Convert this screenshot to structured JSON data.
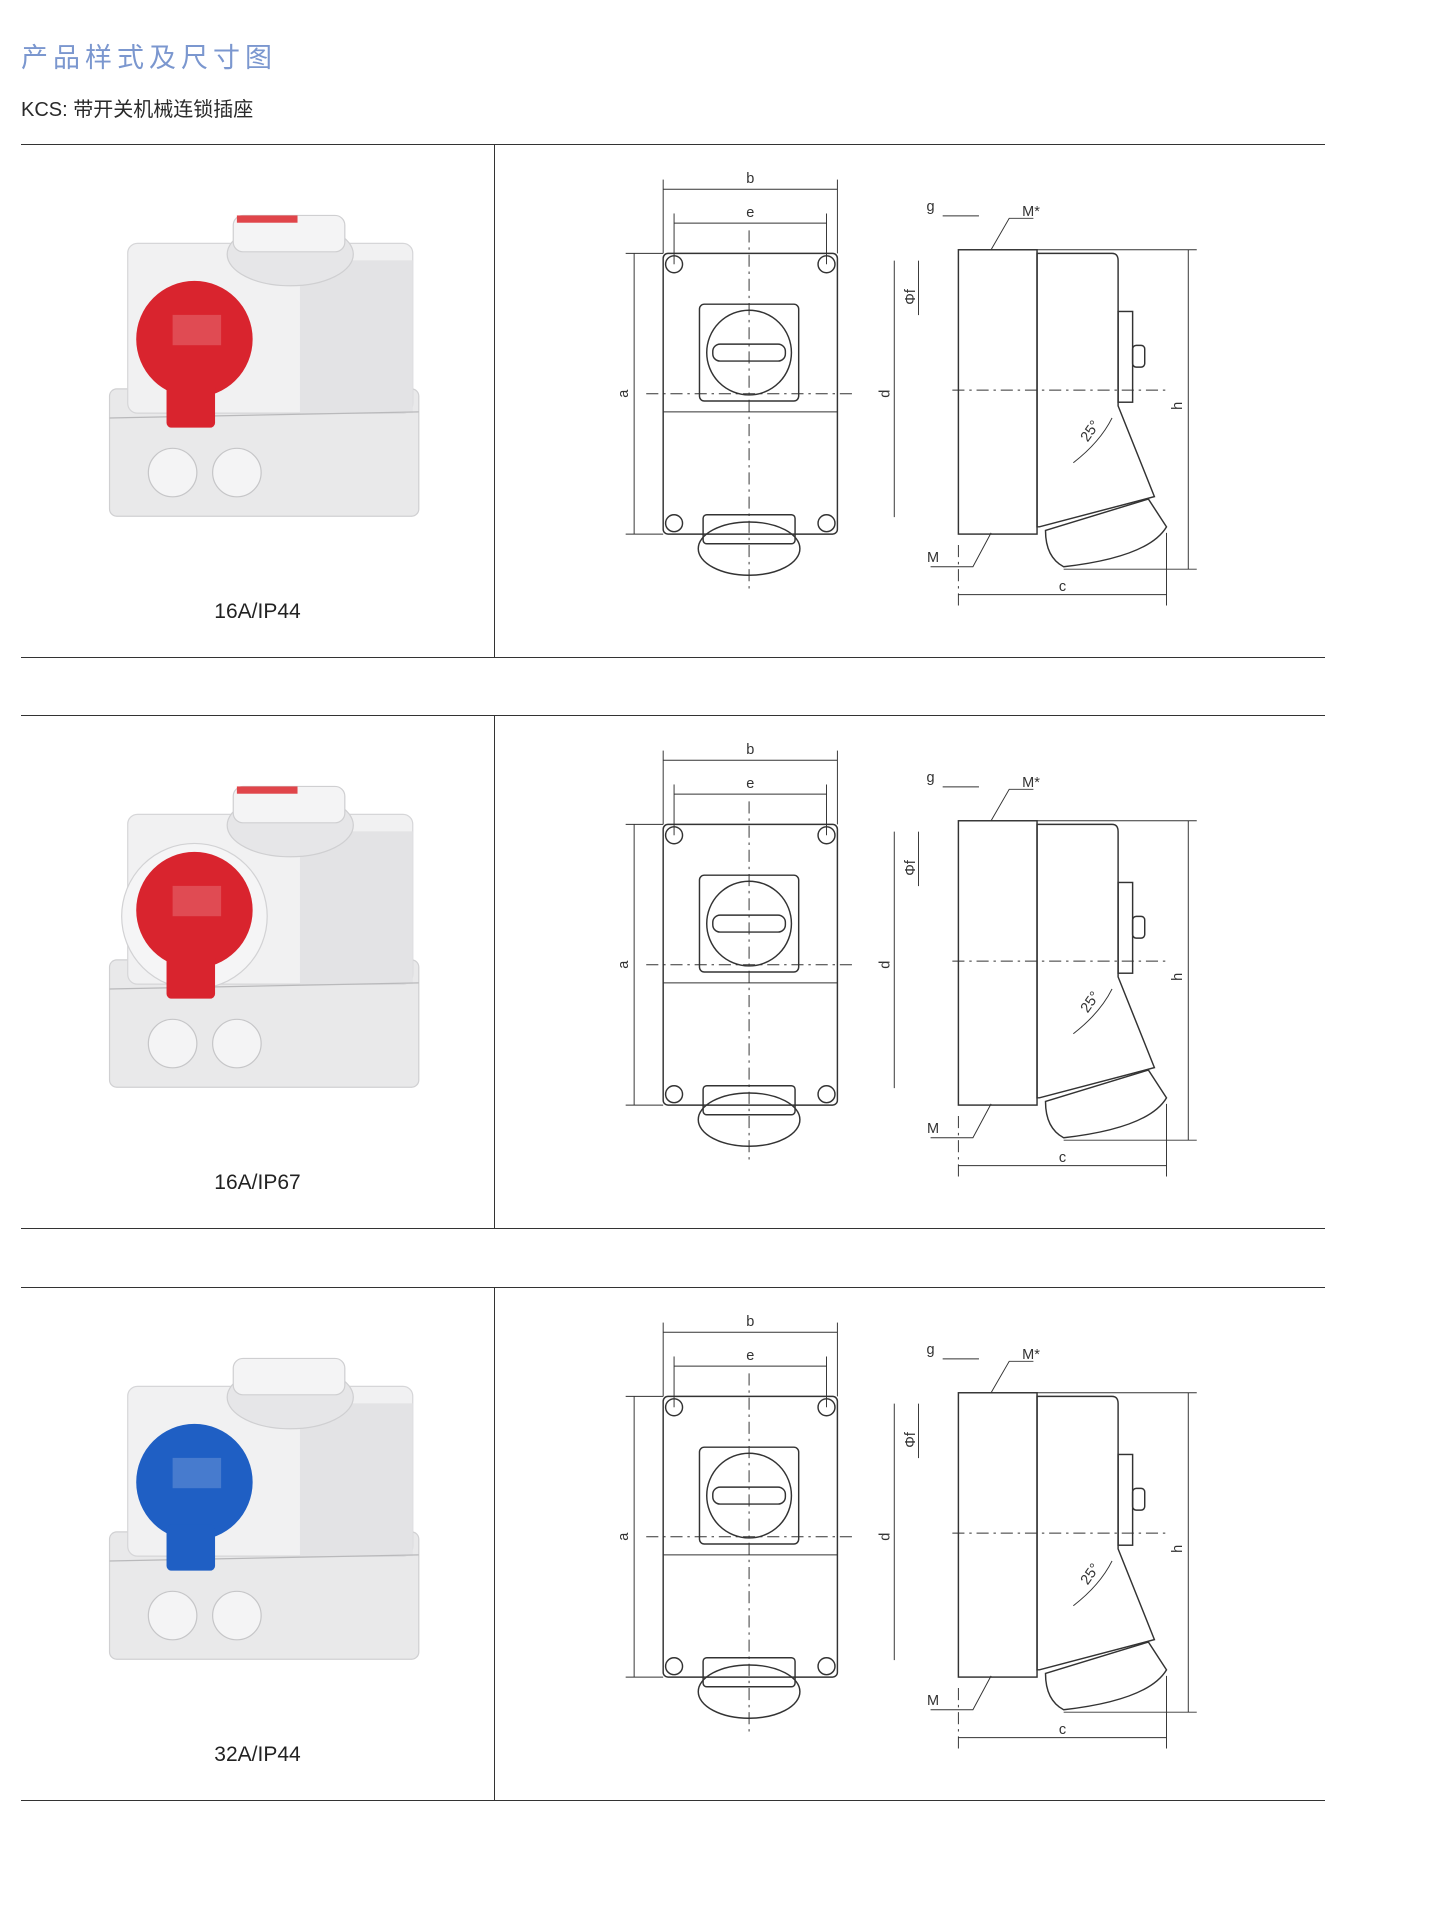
{
  "header": {
    "title": "产品样式及尺寸图",
    "subtitle": "KCS:  带开关机械连锁插座"
  },
  "rows": [
    {
      "label": "16A/IP44",
      "socket_color": "#d9242e",
      "dims": {
        "b": "b",
        "e": "e",
        "a": "a",
        "g": "g",
        "m_star": "M*",
        "phi_f": "Φf",
        "d": "d",
        "h": "h",
        "angle": "25°",
        "m": "M",
        "c": "c"
      }
    },
    {
      "label": "16A/IP67",
      "socket_color": "#d9242e",
      "dims": {
        "b": "b",
        "e": "e",
        "a": "a",
        "g": "g",
        "m_star": "M*",
        "phi_f": "Φf",
        "d": "d",
        "h": "h",
        "angle": "25°",
        "m": "M",
        "c": "c"
      }
    },
    {
      "label": "32A/IP44",
      "socket_color": "#1f5fc4",
      "dims": {
        "b": "b",
        "e": "e",
        "a": "a",
        "g": "g",
        "m_star": "M*",
        "phi_f": "Φf",
        "d": "d",
        "h": "h",
        "angle": "25°",
        "m": "M",
        "c": "c"
      }
    }
  ]
}
